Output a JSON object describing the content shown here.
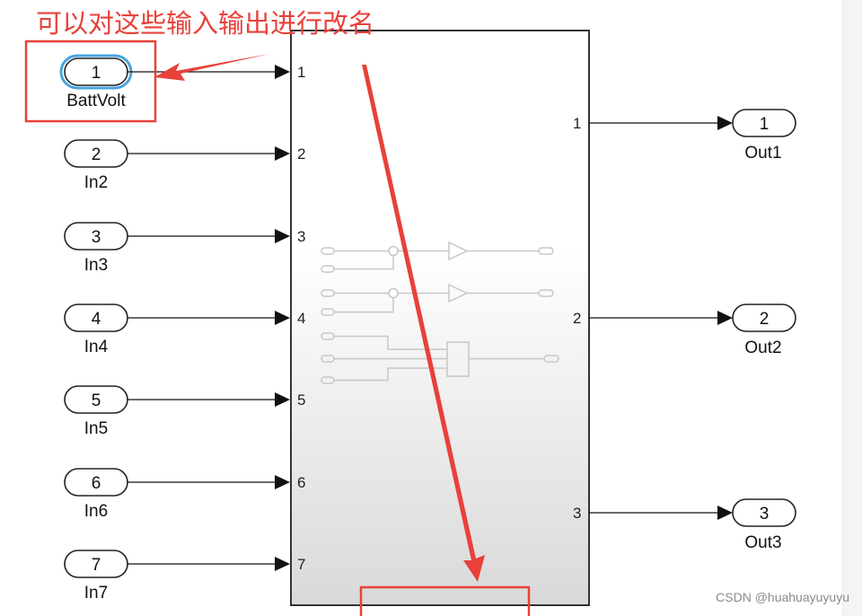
{
  "annotation": {
    "title": "可以对这些输入输出进行改名",
    "color": "#e8413a"
  },
  "watermark": "CSDN @huahuayuyuyu",
  "subsystem": {
    "input_pins": [
      "1",
      "2",
      "3",
      "4",
      "5",
      "6",
      "7"
    ],
    "output_pins": [
      "1",
      "2",
      "3"
    ]
  },
  "inports": [
    {
      "num": "1",
      "name": "BattVolt",
      "selected": true
    },
    {
      "num": "2",
      "name": "In2"
    },
    {
      "num": "3",
      "name": "In3"
    },
    {
      "num": "4",
      "name": "In4"
    },
    {
      "num": "5",
      "name": "In5"
    },
    {
      "num": "6",
      "name": "In6"
    },
    {
      "num": "7",
      "name": "In7"
    }
  ],
  "outports": [
    {
      "num": "1",
      "name": "Out1"
    },
    {
      "num": "2",
      "name": "Out2"
    },
    {
      "num": "3",
      "name": "Out3"
    }
  ],
  "colors": {
    "selection_highlight": "#4aa3df",
    "block_border": "#333333",
    "block_gradient_bottom": "#d9d9d9"
  }
}
